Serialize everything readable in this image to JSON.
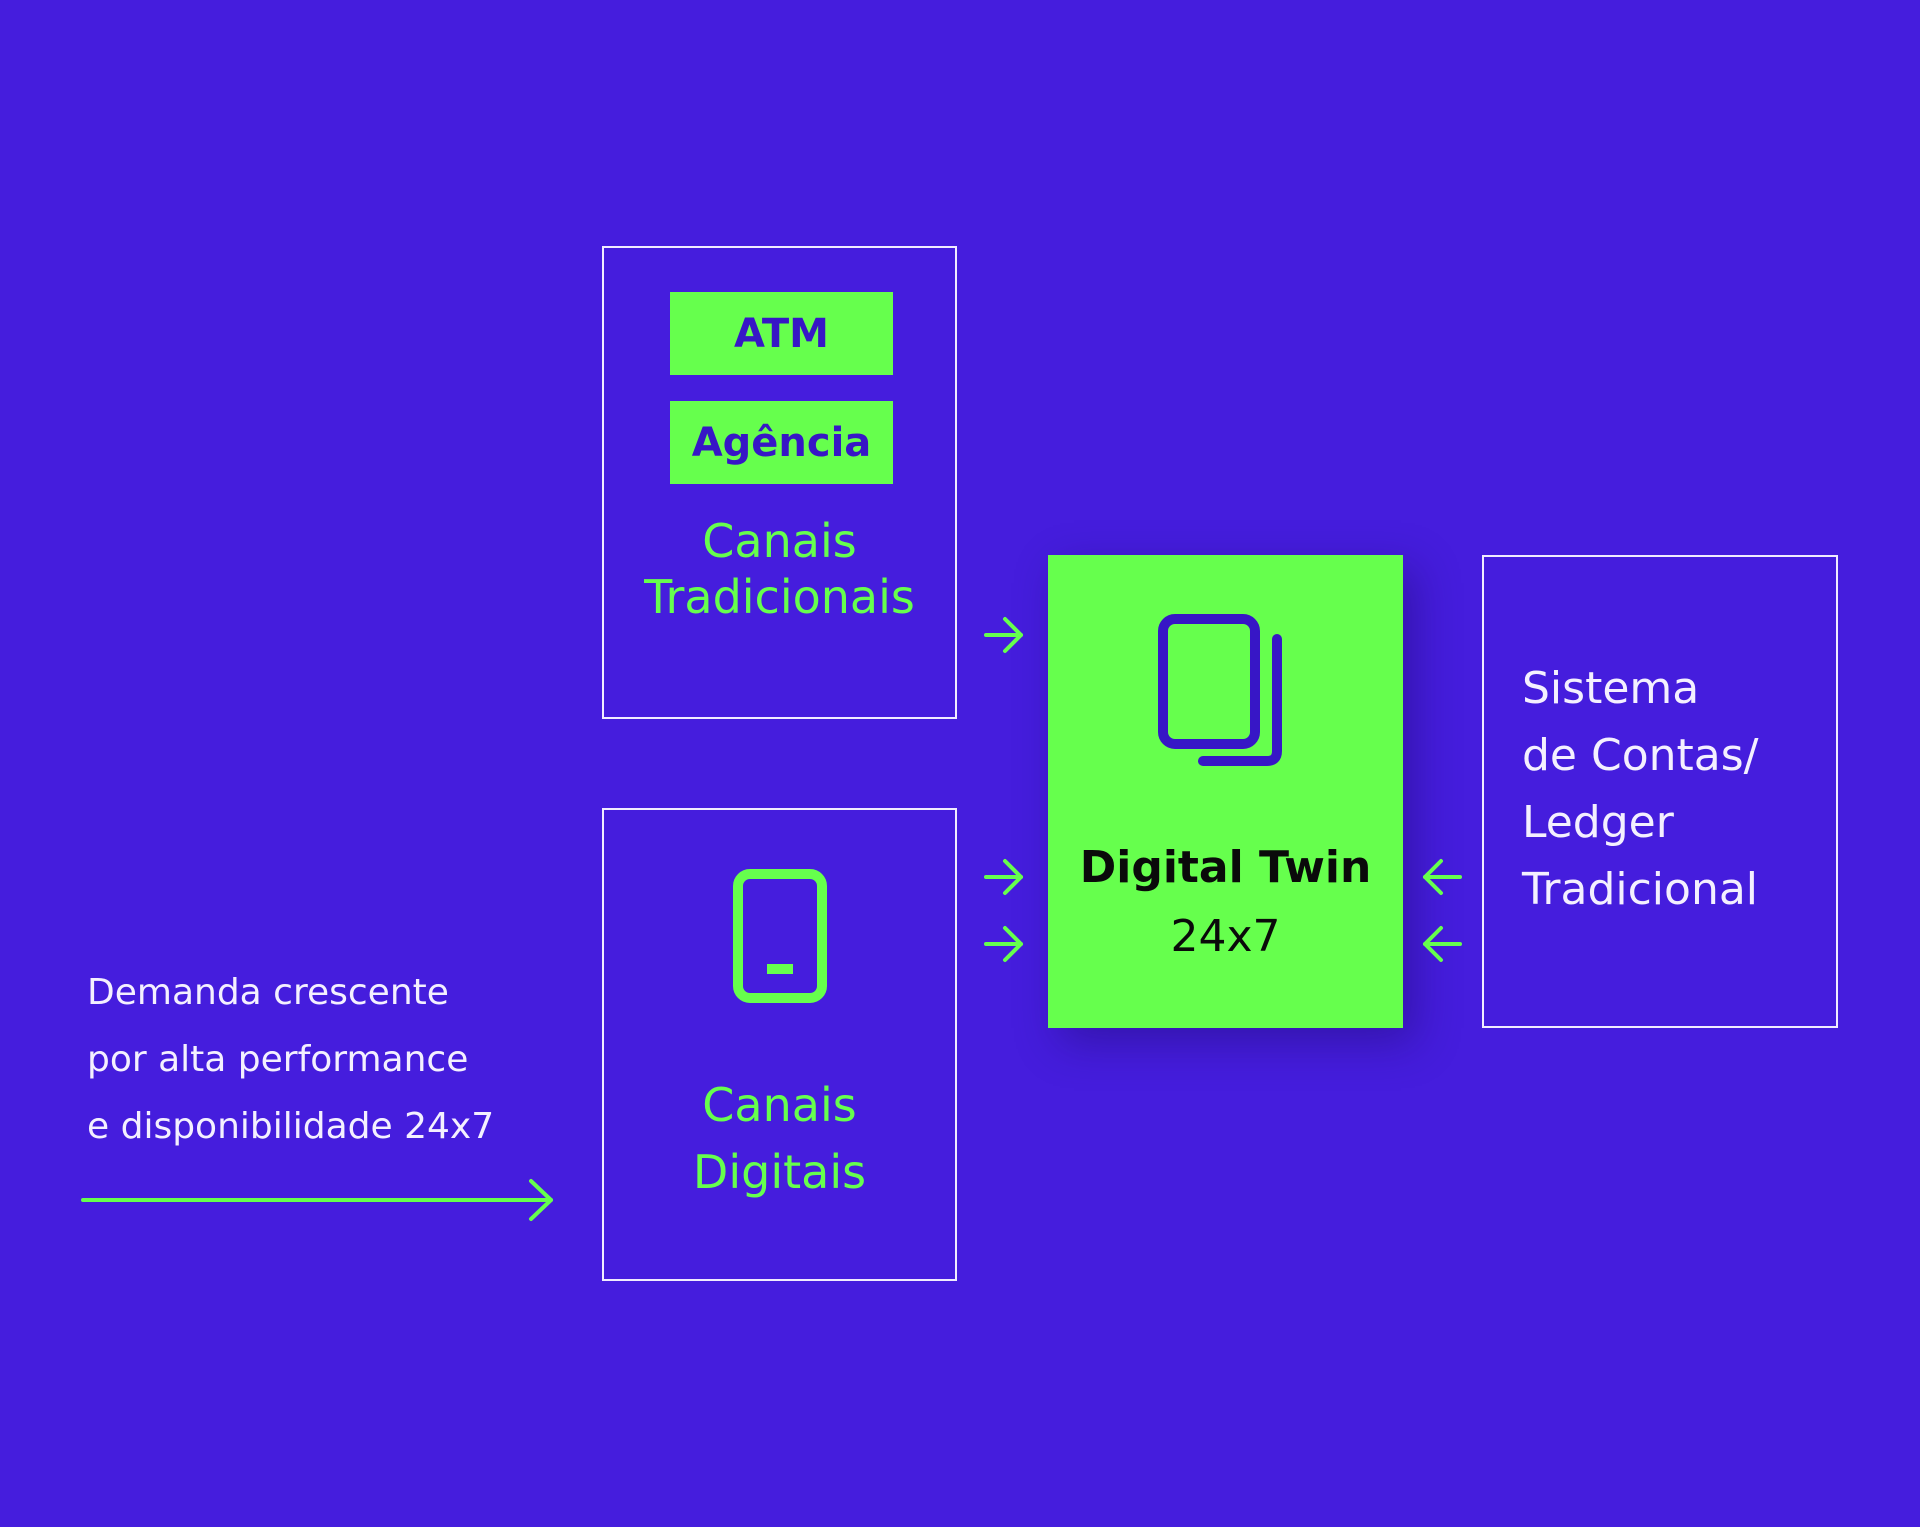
{
  "colors": {
    "background": "#451ddd",
    "accent_green": "#66ff4d",
    "accent_purple": "#3716c6",
    "box_border": "#f1ecff"
  },
  "traditional_channels": {
    "tags": [
      "ATM",
      "Agência"
    ],
    "label_line1": "Canais",
    "label_line2": "Tradicionais"
  },
  "digital_channels": {
    "icon": "smartphone-icon",
    "label_line1": "Canais",
    "label_line2": "Digitais"
  },
  "digital_twin": {
    "icon": "copy-icon",
    "title": "Digital Twin",
    "subtitle": "24x7"
  },
  "ledger": {
    "lines": [
      "Sistema",
      "de Contas/",
      "Ledger",
      "Tradicional"
    ]
  },
  "demand": {
    "lines": [
      "Demanda crescente",
      "por alta performance",
      "e disponibilidade 24x7"
    ]
  }
}
